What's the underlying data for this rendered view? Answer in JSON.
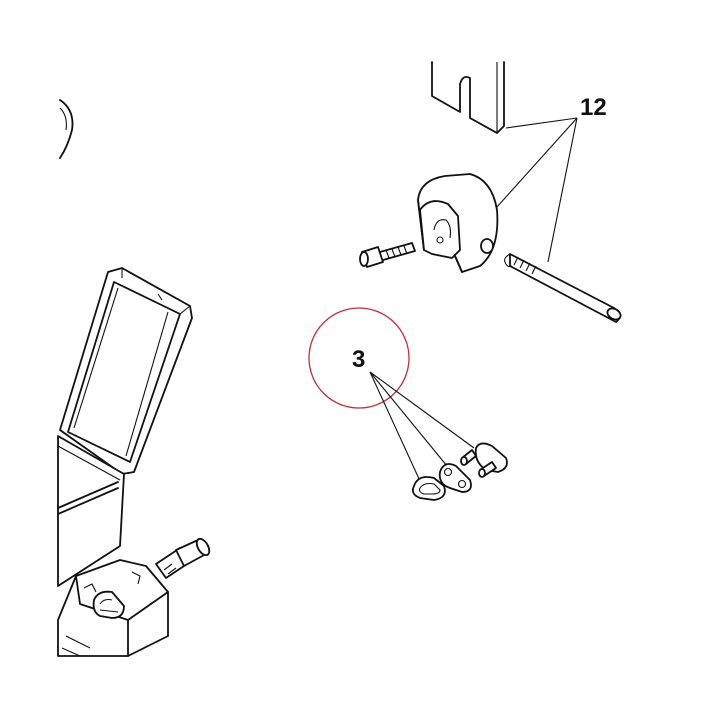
{
  "diagram": {
    "callouts": [
      {
        "id": "12",
        "label": "12"
      },
      {
        "id": "3",
        "label": "3"
      }
    ],
    "highlight_color": "#c4303a",
    "line_color": "#111111"
  }
}
